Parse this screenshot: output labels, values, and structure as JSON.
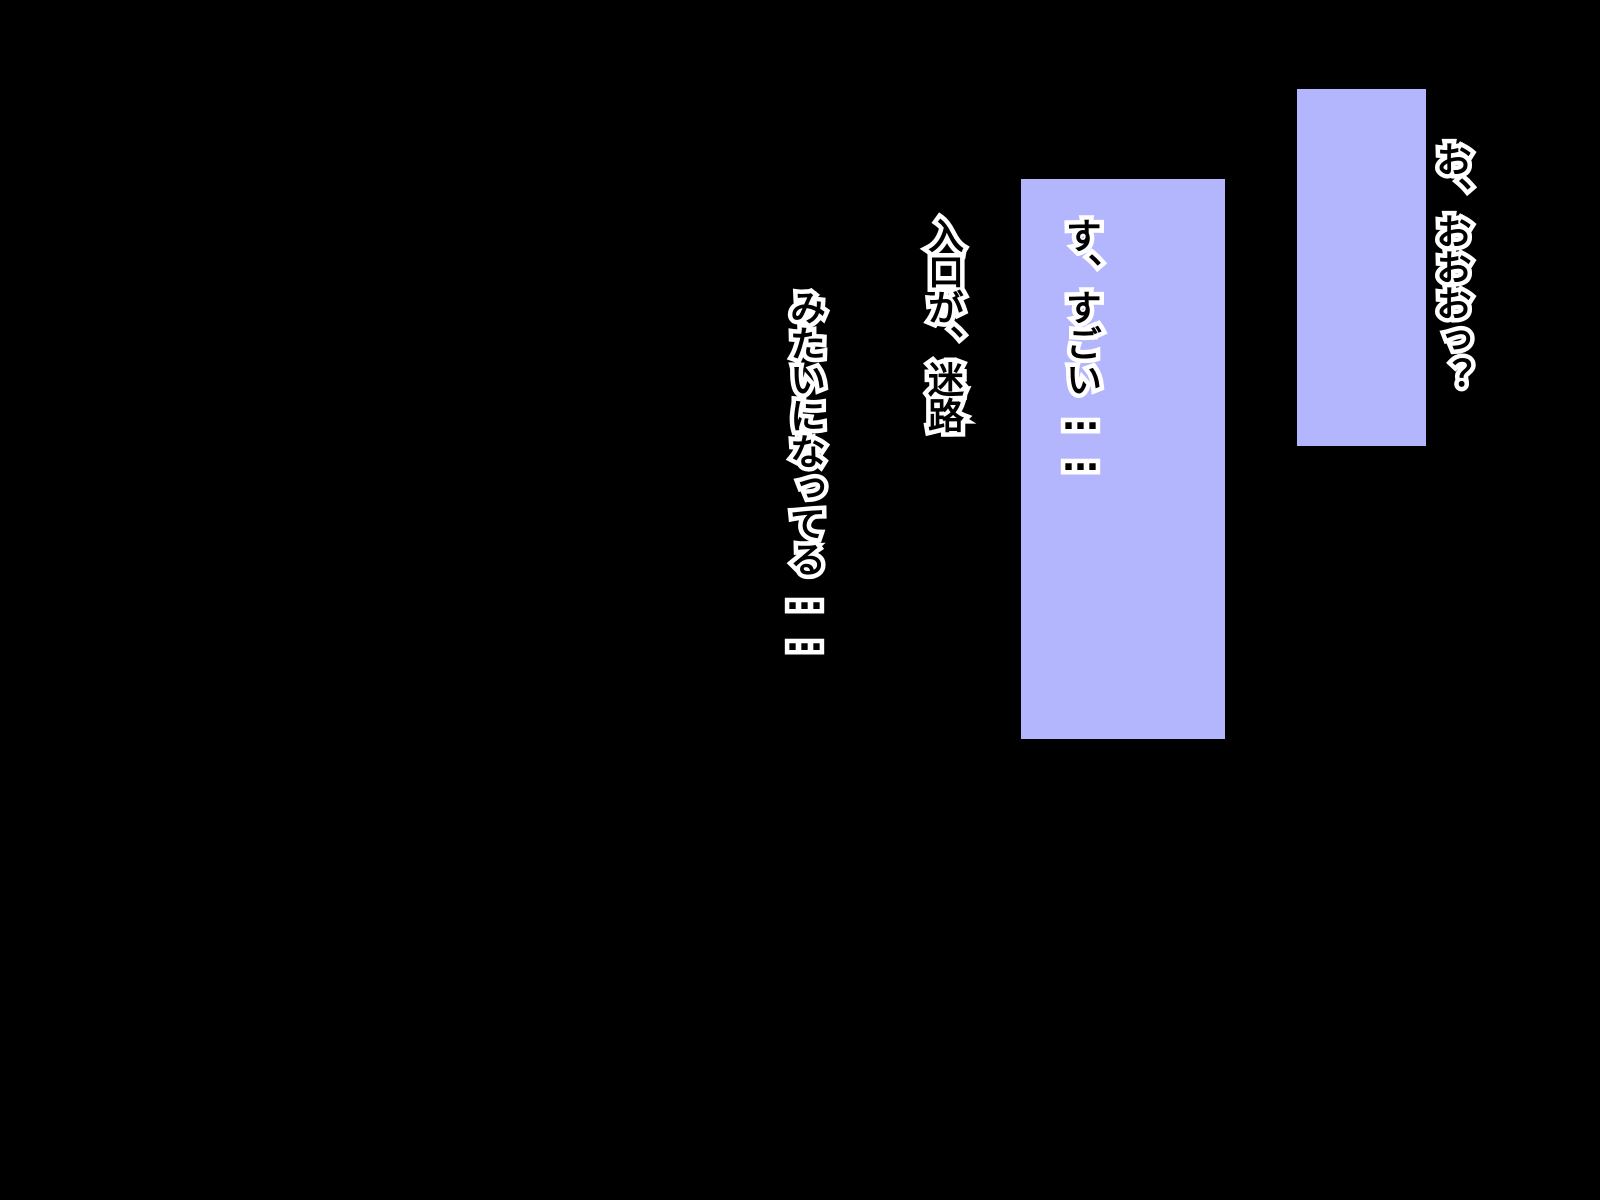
{
  "colors": {
    "background": "#000000",
    "bubble_fill": "#b3b6fd",
    "text": "#000000",
    "text_outline": "#ffffff"
  },
  "bubbles": [
    {
      "lines": [
        "お、おおおっ？"
      ]
    },
    {
      "lines": [
        "す、すごい……",
        "入口が、迷路",
        "みたいになってる……"
      ]
    }
  ]
}
